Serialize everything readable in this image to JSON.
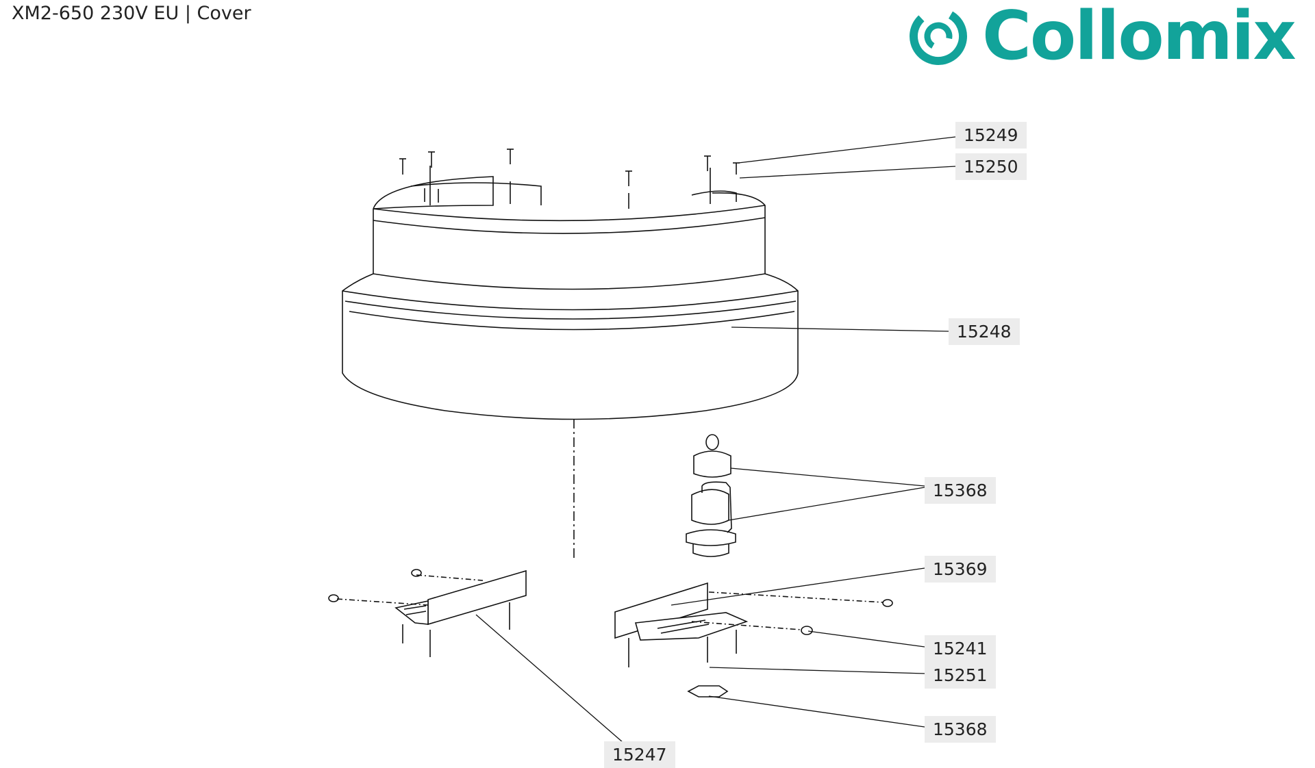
{
  "header": {
    "title": "XM2-650 230V EU | Cover"
  },
  "logo": {
    "text": "Collomix",
    "color": "#12a39a"
  },
  "callouts": [
    {
      "id": "c-15249",
      "label": "15249"
    },
    {
      "id": "c-15250",
      "label": "15250"
    },
    {
      "id": "c-15248",
      "label": "15248"
    },
    {
      "id": "c-15368a",
      "label": "15368"
    },
    {
      "id": "c-15369",
      "label": "15369"
    },
    {
      "id": "c-15241",
      "label": "15241"
    },
    {
      "id": "c-15251",
      "label": "15251"
    },
    {
      "id": "c-15368b",
      "label": "15368"
    },
    {
      "id": "c-15247",
      "label": "15247"
    }
  ]
}
